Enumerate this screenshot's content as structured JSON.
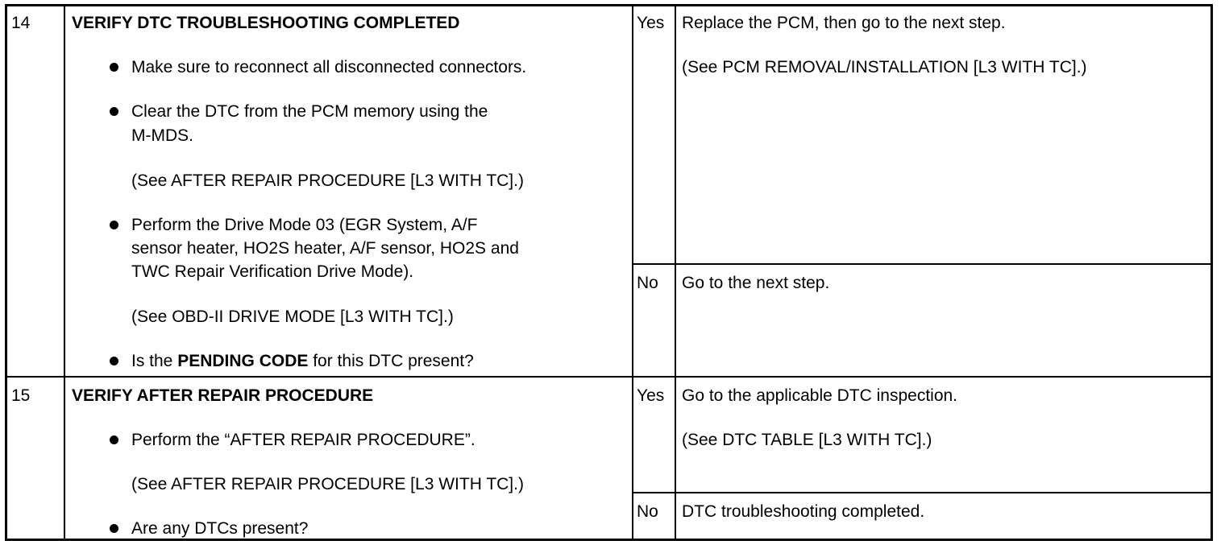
{
  "rows": [
    {
      "step": "14",
      "title": "VERIFY DTC TROUBLESHOOTING COMPLETED",
      "items": {
        "b1": "Make sure to reconnect all disconnected connectors.",
        "b2_l1": "Clear the DTC from the PCM memory using the",
        "b2_l2": "M-MDS.",
        "b2_ref": "(See AFTER REPAIR PROCEDURE [L3 WITH TC].)",
        "b3_l1": "Perform the Drive Mode 03 (EGR System, A/F",
        "b3_l2": "sensor heater, HO2S heater, A/F sensor, HO2S and",
        "b3_l3": "TWC Repair Verification Drive Mode).",
        "b3_ref": "(See OBD-II DRIVE MODE [L3 WITH TC].)",
        "b4_pre": "Is the ",
        "b4_bold": "PENDING CODE",
        "b4_post": " for this DTC present?"
      },
      "yes_label": "Yes",
      "yes_action": "Replace the PCM, then go to the next step.",
      "yes_ref": "(See PCM REMOVAL/INSTALLATION [L3 WITH TC].)",
      "no_label": "No",
      "no_action": "Go to the next step."
    },
    {
      "step": "15",
      "title": "VERIFY AFTER REPAIR PROCEDURE",
      "items": {
        "b1": "Perform the “AFTER REPAIR PROCEDURE”.",
        "b1_ref": "(See AFTER REPAIR PROCEDURE [L3 WITH TC].)",
        "b2": "Are any DTCs present?"
      },
      "yes_label": "Yes",
      "yes_action": "Go to the applicable DTC inspection.",
      "yes_ref": "(See DTC TABLE [L3 WITH TC].)",
      "no_label": "No",
      "no_action": "DTC troubleshooting completed."
    }
  ]
}
